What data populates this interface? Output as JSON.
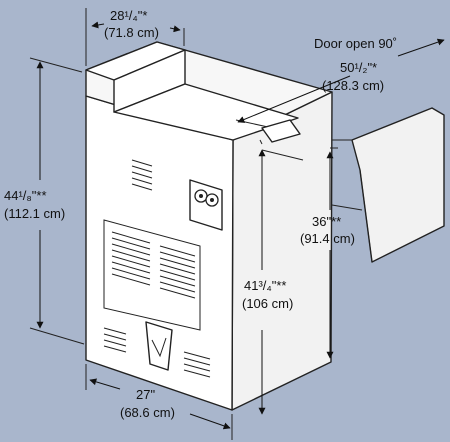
{
  "colors": {
    "background": "#a9b6cc",
    "appliance_face": "#ffffff",
    "appliance_side": "#f2f2f2",
    "outline": "#222222"
  },
  "dimensions": {
    "top_width": {
      "imperial": "28¹/₄\"*",
      "metric": "(71.8 cm)"
    },
    "door_open_label": "Door open 90˚",
    "depth_door_open": {
      "imperial": "50¹/₂\"*",
      "metric": "(128.3 cm)"
    },
    "overall_height": {
      "imperial": "44¹/₈\"**",
      "metric": "(112.1 cm)"
    },
    "cabinet_height": {
      "imperial": "36\"**",
      "metric": "(91.4 cm)"
    },
    "height_to_lid": {
      "imperial": "41³/₄\"**",
      "metric": "(106 cm)"
    },
    "width": {
      "imperial": "27\"",
      "metric": "(68.6 cm)"
    }
  },
  "icons": {
    "appliance": "washer-dryer-icon",
    "control_knobs": "control-knob-icon"
  }
}
